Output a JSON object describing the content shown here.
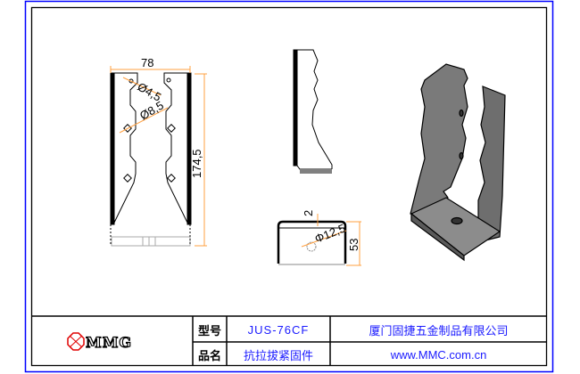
{
  "drawing": {
    "dimensions": {
      "width": "78",
      "hole_small": "Ø4,5",
      "hole_large": "Ø8,5",
      "height": "174,5",
      "thickness": "2",
      "bottom_hole": "Φ12,5",
      "seat_depth": "53"
    }
  },
  "title_block": {
    "logo_text": "MMG",
    "model_label": "型号",
    "model_value": "JUS-76CF",
    "name_label": "品名",
    "name_value": "抗拉拔紧固件",
    "company": "厦门固捷五金制品有限公司",
    "website": "www.MMC.com.cn"
  },
  "colors": {
    "outer_border": "#0000ff",
    "dimension": "#ffa040",
    "text": "#1a1aff",
    "logo": "#e00000"
  }
}
